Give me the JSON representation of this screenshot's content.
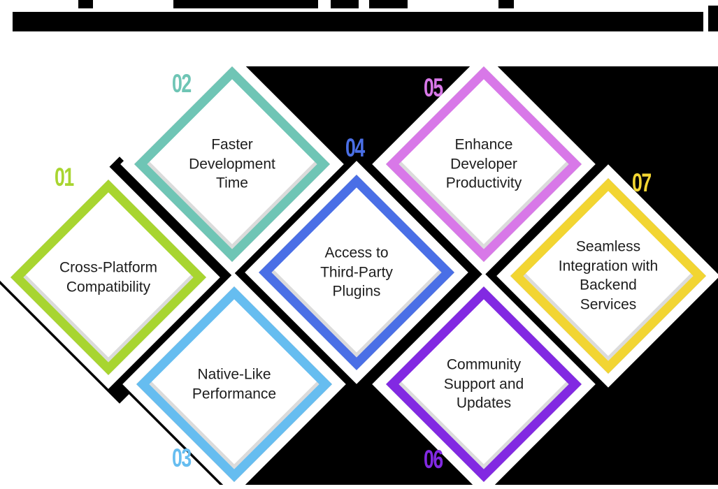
{
  "header": {
    "redacted": true,
    "note_color": "#000000"
  },
  "colors": {
    "background": "#ffffff",
    "backdrop_shadow": "#000000",
    "text": "#1d1d1d"
  },
  "diamonds": [
    {
      "number": "01",
      "label": "Cross-Platform\nCompatibility",
      "color": "#a8d530"
    },
    {
      "number": "02",
      "label": "Faster\nDevelopment\nTime",
      "color": "#6fc5b5"
    },
    {
      "number": "03",
      "label": "Native-Like\nPerformance",
      "color": "#66bdf0"
    },
    {
      "number": "04",
      "label": "Access to\nThird-Party\nPlugins",
      "color": "#4a6fe6"
    },
    {
      "number": "05",
      "label": "Enhance\nDeveloper\nProductivity",
      "color": "#d878e8"
    },
    {
      "number": "06",
      "label": "Community\nSupport and\nUpdates",
      "color": "#8229e2"
    },
    {
      "number": "07",
      "label": "Seamless\nIntegration with\nBackend\nServices",
      "color": "#f2d532"
    }
  ]
}
